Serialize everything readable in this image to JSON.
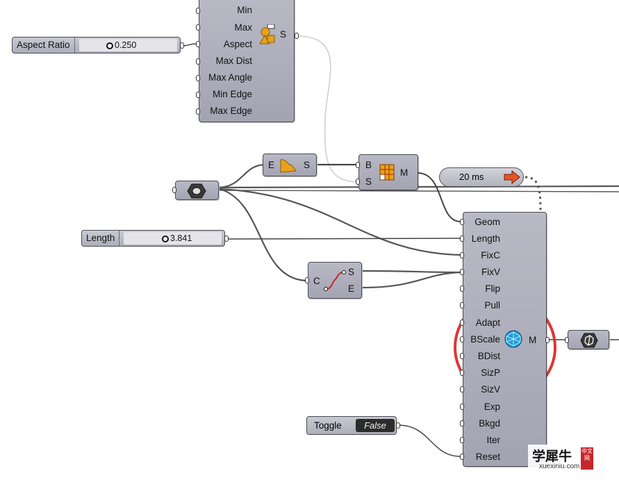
{
  "top_component": {
    "inputs": [
      "Min",
      "Max",
      "Aspect",
      "Max Dist",
      "Max Angle",
      "Min Edge",
      "Max Edge"
    ],
    "output": "S"
  },
  "aspect_slider": {
    "label": "Aspect Ratio",
    "value": "0.250"
  },
  "length_slider": {
    "label": "Length",
    "value": "3.841"
  },
  "edges_component": {
    "input": "E",
    "output": "S"
  },
  "mesh_component": {
    "inputs": [
      "B",
      "S"
    ],
    "output": "M"
  },
  "curve_component": {
    "input": "C",
    "outputs": [
      "S",
      "E"
    ]
  },
  "timer": {
    "label": "20 ms"
  },
  "kangaroo_component": {
    "inputs": [
      "Geom",
      "Length",
      "FixC",
      "FixV",
      "Flip",
      "Pull",
      "Adapt",
      "BScale",
      "BDist",
      "SizP",
      "SizV",
      "Exp",
      "Bkgd",
      "Iter",
      "Reset"
    ],
    "output": "M"
  },
  "toggle": {
    "label": "Toggle",
    "state": "False"
  },
  "watermark": {
    "cn": "学犀牛",
    "en": "xuexiniu.com",
    "seal": "中文网"
  },
  "colors": {
    "component": "#a9a9b7",
    "wire": "#4a4a4a",
    "highlight": "#e03535",
    "accent_icon": "#e8a21a"
  }
}
